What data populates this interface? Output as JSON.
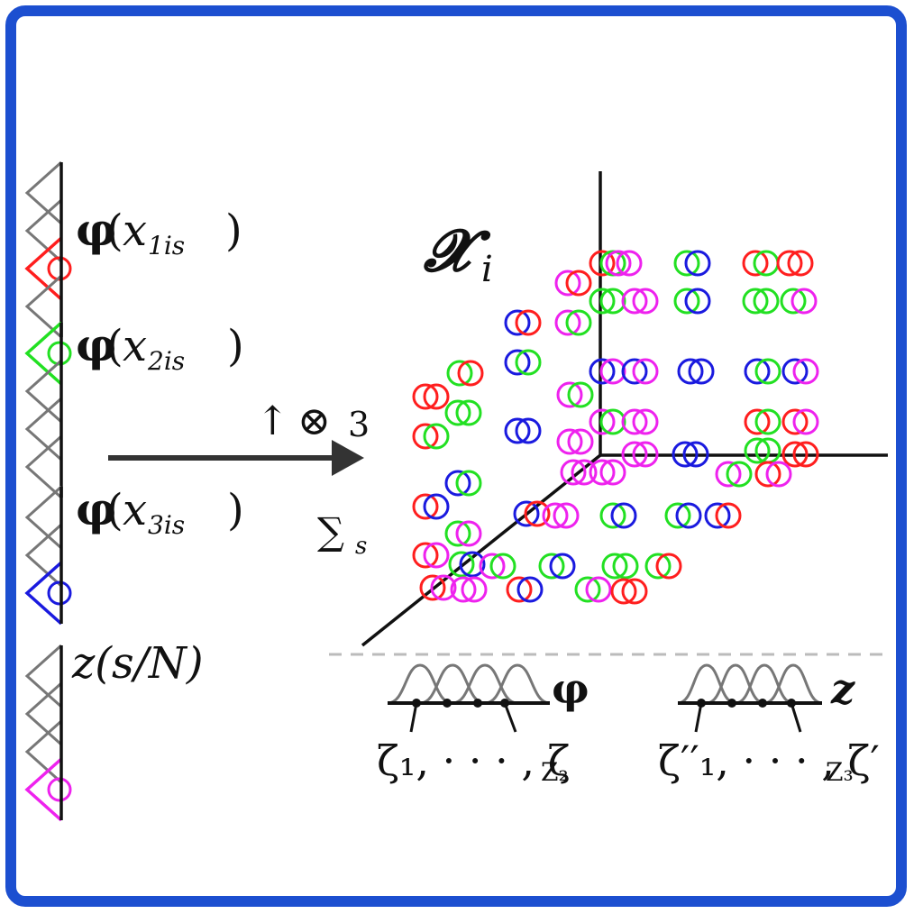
{
  "colors": {
    "frame": "#1c4fd0",
    "red": "#ff1e1e",
    "green": "#22e022",
    "blue": "#1a1adf",
    "magenta": "#ee22ee",
    "gray": "#777777",
    "axis": "#111111"
  },
  "labels": {
    "phi1": {
      "func": "φ",
      "open": "(",
      "var": "x",
      "sub": "1is",
      "close": ")"
    },
    "phi2": {
      "func": "φ",
      "open": "(",
      "var": "x",
      "sub": "2is",
      "close": ")"
    },
    "phi3": {
      "func": "φ",
      "open": "(",
      "var": "x",
      "sub": "3is",
      "close": ")"
    },
    "z": {
      "text": "z(s/N)"
    },
    "tensor": {
      "arrow": "↑",
      "op": "⊗",
      "sub": "3"
    },
    "sum": {
      "sym": "∑",
      "sub": "s"
    },
    "tensor_name": {
      "sym": "𝓧",
      "sub": "i"
    },
    "phi_basis": {
      "name": "φ",
      "knots": "ζ₁, · · · , ζ",
      "knots_sub": "Z₂"
    },
    "z_basis": {
      "name": "z",
      "knots": "ζ′′₁, · · · , ζ′",
      "knots_sub": "Z₃"
    }
  },
  "basis_columns": [
    {
      "id": "x1",
      "highlight": "red",
      "active_index": 2,
      "count": 4
    },
    {
      "id": "x2",
      "highlight": "green",
      "active_index": 0,
      "count": 4
    },
    {
      "id": "x3",
      "highlight": "blue",
      "active_index": 2,
      "count": 3
    },
    {
      "id": "z",
      "highlight": "magenta",
      "active_index": 3,
      "count": 4
    }
  ]
}
